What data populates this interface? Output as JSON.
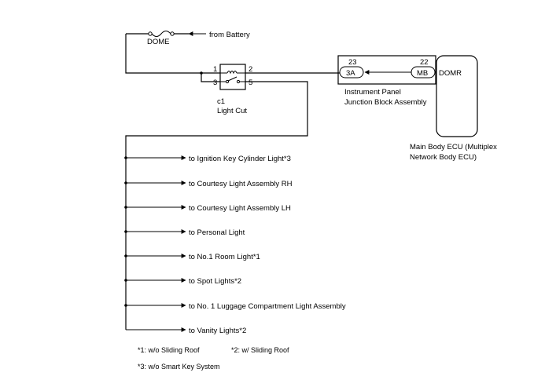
{
  "fuse": {
    "name": "DOME",
    "source": "from Battery"
  },
  "relay": {
    "id": "c1",
    "name": "Light Cut",
    "pins": [
      "1",
      "2",
      "3",
      "5"
    ]
  },
  "junction_block": {
    "name_line1": "Instrument Panel",
    "name_line2": "Junction Block Assembly",
    "pin_left": "23",
    "pin_right": "22",
    "connector_left": "3A",
    "connector_right": "MB"
  },
  "ecu": {
    "terminal": "DOMR",
    "name_line1": "Main Body ECU (Multiplex",
    "name_line2": "Network Body ECU)"
  },
  "outputs": [
    "to Ignition Key Cylinder Light*3",
    "to Courtesy Light Assembly RH",
    "to Courtesy Light Assembly LH",
    "to Personal Light",
    "to No.1 Room Light*1",
    "to Spot Lights*2",
    "to No. 1 Luggage Compartment Light Assembly",
    "to Vanity Lights*2"
  ],
  "notes": {
    "n1": "*1: w/o Sliding Roof",
    "n2": "*2: w/ Sliding Roof",
    "n3": "*3: w/o Smart Key System"
  }
}
